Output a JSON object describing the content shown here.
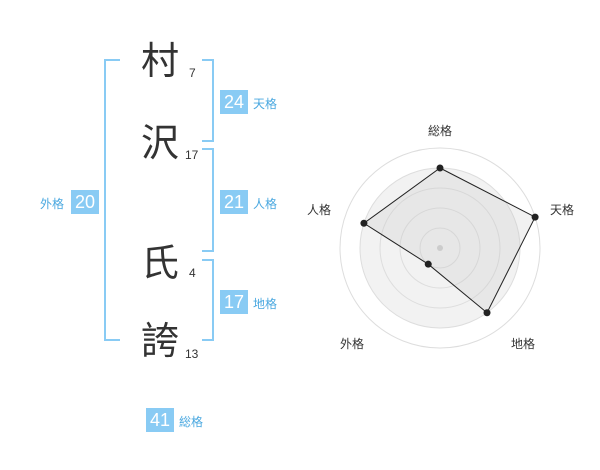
{
  "name": {
    "chars": [
      {
        "char": "村",
        "strokes": "7"
      },
      {
        "char": "沢",
        "strokes": "17"
      },
      {
        "char": "氏",
        "strokes": "4"
      },
      {
        "char": "誇",
        "strokes": "13"
      }
    ]
  },
  "fortune": {
    "tenkaku": {
      "value": "24",
      "label": "天格"
    },
    "jinkaku": {
      "value": "21",
      "label": "人格"
    },
    "chikaku": {
      "value": "17",
      "label": "地格"
    },
    "gaikaku": {
      "value": "20",
      "label": "外格"
    },
    "soukaku": {
      "value": "41",
      "label": "総格"
    }
  },
  "colors": {
    "accent": "#89cbf4",
    "accent_text": "#4aa8e0",
    "text": "#333333"
  },
  "chart_data": {
    "type": "radar",
    "axes": [
      "総格",
      "天格",
      "地格",
      "外格",
      "人格"
    ],
    "values": [
      4,
      5,
      4,
      1,
      4
    ],
    "max": 5,
    "grid_levels": 5
  }
}
